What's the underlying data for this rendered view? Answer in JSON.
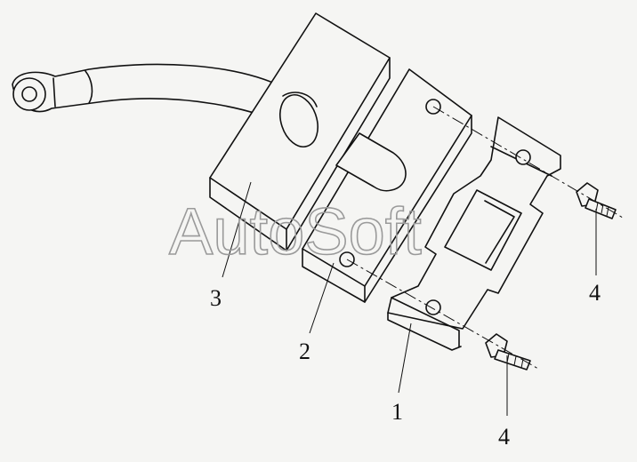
{
  "diagram": {
    "watermark": "AutoSoft",
    "callouts": [
      {
        "id": "label-3",
        "text": "3"
      },
      {
        "id": "label-2",
        "text": "2"
      },
      {
        "id": "label-1",
        "text": "1"
      },
      {
        "id": "label-4-top",
        "text": "4"
      },
      {
        "id": "label-4-bottom",
        "text": "4"
      }
    ]
  },
  "colors": {
    "line": "#111111",
    "background": "#f5f5f3",
    "watermark": "#9a9a9a"
  }
}
